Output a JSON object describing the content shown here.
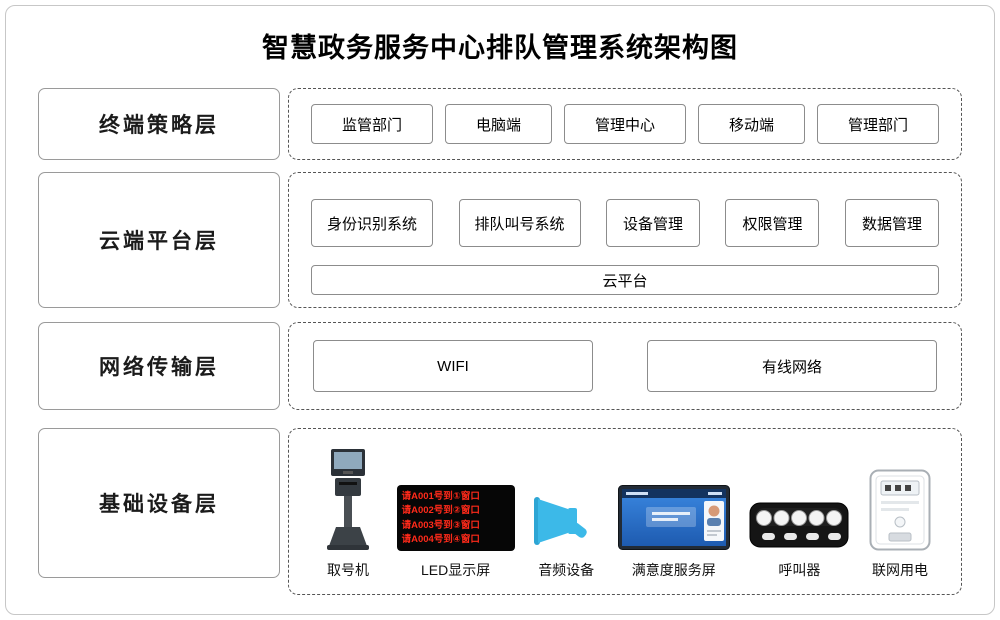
{
  "title": "智慧政务服务中心排队管理系统架构图",
  "layers": {
    "terminal": {
      "label": "终端策略层",
      "items": [
        "监管部门",
        "电脑端",
        "管理中心",
        "移动端",
        "管理部门"
      ]
    },
    "cloud": {
      "label": "云端平台层",
      "items": [
        "身份识别系统",
        "排队叫号系统",
        "设备管理",
        "权限管理",
        "数据管理"
      ],
      "platform": "云平台"
    },
    "network": {
      "label": "网络传输层",
      "items": [
        "WIFI",
        "有线网络"
      ]
    },
    "devices": {
      "label": "基础设备层",
      "items": [
        "取号机",
        "LED显示屏",
        "音频设备",
        "满意度服务屏",
        "呼叫器",
        "联网用电"
      ]
    }
  },
  "led": {
    "lines": [
      "请A001号到①窗口",
      "请A002号到②窗口",
      "请A003号到③窗口",
      "请A004号到④窗口"
    ]
  },
  "colors": {
    "audio_cyan": "#3cb9e8",
    "led_red": "#ff2a1a",
    "screen_blue": "#2f7bd8"
  }
}
